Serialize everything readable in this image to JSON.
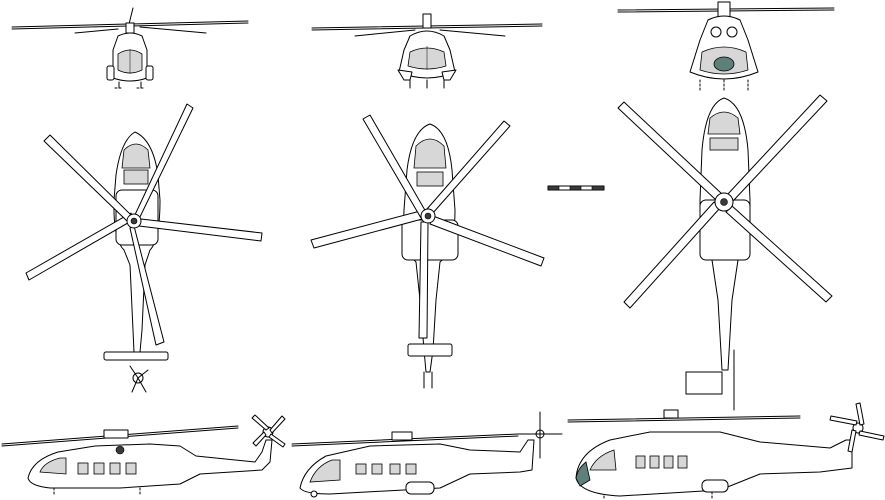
{
  "drawing": {
    "aircraft": [
      {
        "id": "aircraft-1",
        "views": [
          "front",
          "top",
          "side"
        ]
      },
      {
        "id": "aircraft-2",
        "views": [
          "front",
          "top",
          "side"
        ]
      },
      {
        "id": "aircraft-3",
        "views": [
          "front",
          "top",
          "side"
        ]
      }
    ],
    "rotor_blades": {
      "aircraft-1": 5,
      "aircraft-2": 5,
      "aircraft-3": 4
    },
    "colors": {
      "line": "#000000",
      "fill": "#ffffff",
      "glass": "#d7d7d7",
      "tinted_glass": "#5f7f7a"
    },
    "scale_bar": {
      "segments": 5
    }
  }
}
